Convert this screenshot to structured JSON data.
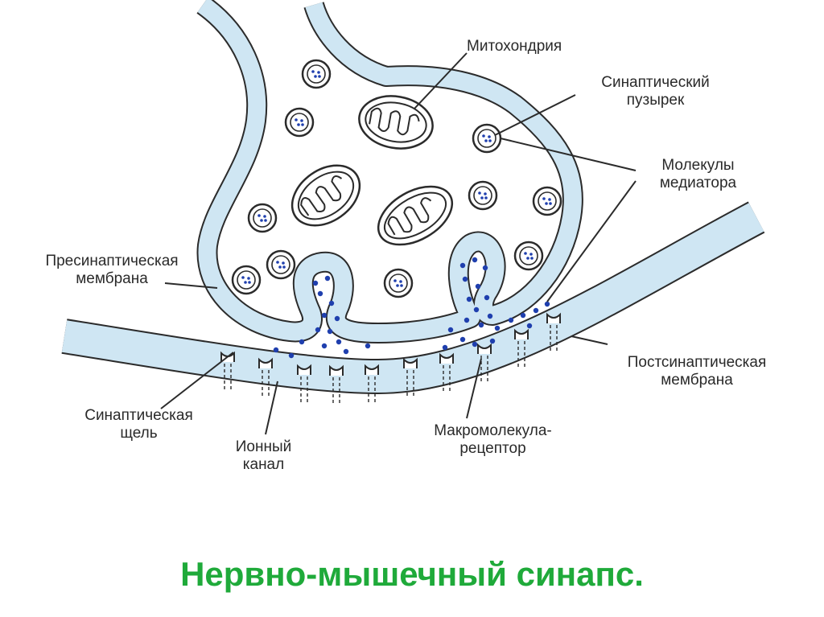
{
  "labels": {
    "mitochondria": "Митохондрия",
    "vesicle": [
      "Синаптический",
      "пузырек"
    ],
    "mediator": [
      "Молекулы",
      "медиатора"
    ],
    "presynaptic": [
      "Пресинаптическая",
      "мембрана"
    ],
    "postsynaptic": [
      "Постсинаптическая",
      "мембрана"
    ],
    "cleft": [
      "Синаптическая",
      "щель"
    ],
    "channel": [
      "Ионный",
      "канал"
    ],
    "receptor": [
      "Макромолекула-",
      "рецептор"
    ]
  },
  "title": "Нервно-мышечный синапс.",
  "colors": {
    "membrane_fill": "#cfe6f3",
    "outline": "#2b2b2b",
    "molecule": "#1f3fae",
    "title": "#1faa3a",
    "label": "#2a2a2a"
  }
}
